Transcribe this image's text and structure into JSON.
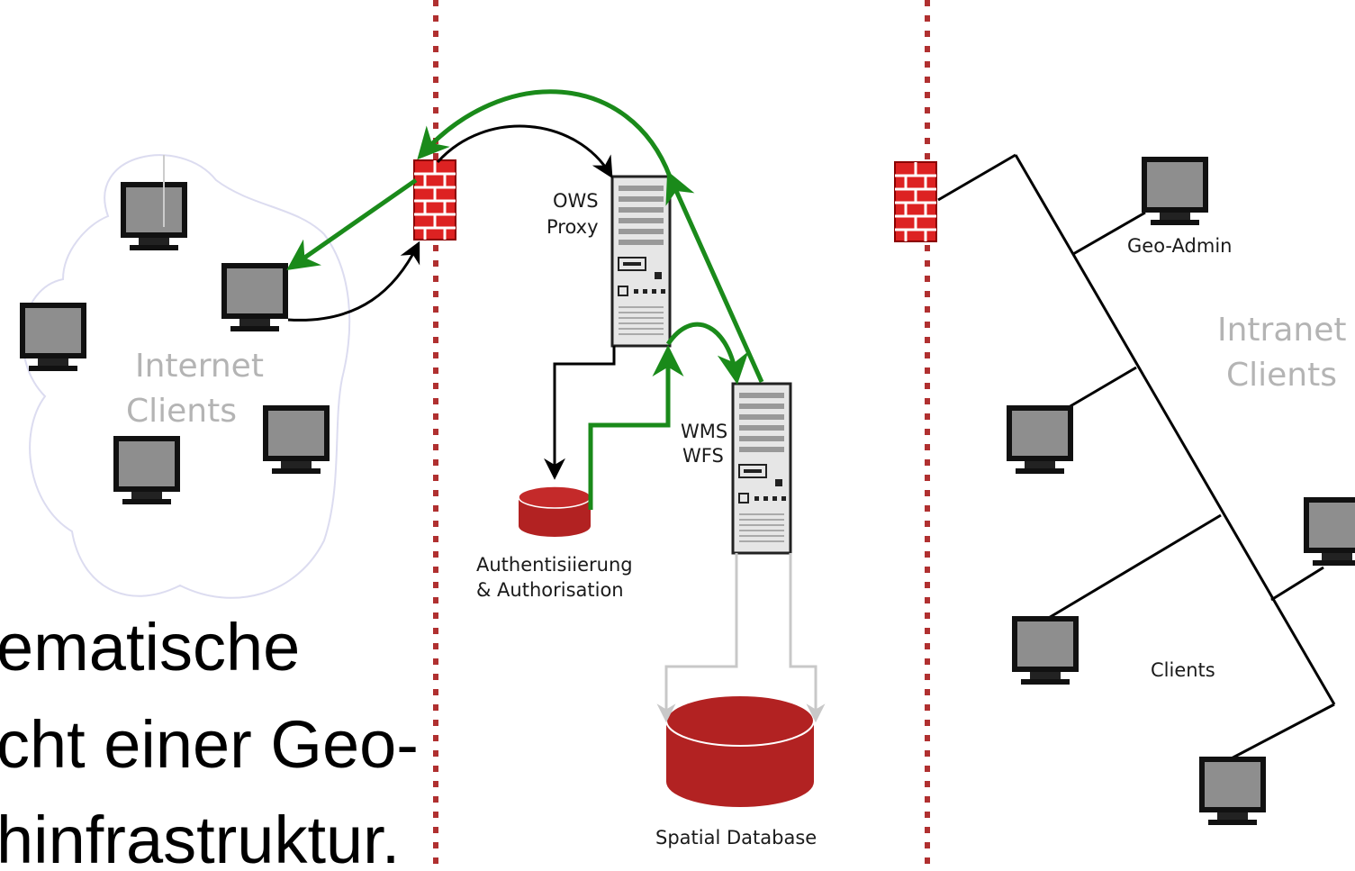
{
  "caption": {
    "line1": "ematische",
    "line2": "cht einer Geo-",
    "line3": "hinfrastruktur."
  },
  "zones": {
    "internet_line1": "Internet",
    "internet_line2": "Clients",
    "intranet_line1": "Intranet",
    "intranet_line2": "Clients"
  },
  "nodes": {
    "ows_line1": "OWS",
    "ows_line2": "Proxy",
    "wms_line1": "WMS",
    "wms_line2": "WFS",
    "auth_line1": "Authentisiierung",
    "auth_line2": "& Authorisation",
    "spatial_db": "Spatial Database",
    "geo_admin": "Geo-Admin",
    "clients": "Clients"
  },
  "colors": {
    "firewall": "#dd2222",
    "database": "#b22222",
    "boundary": "#b03030",
    "request_flow": "#000000",
    "response_flow": "#1a8a1a",
    "data_link": "#c8c8c8"
  }
}
